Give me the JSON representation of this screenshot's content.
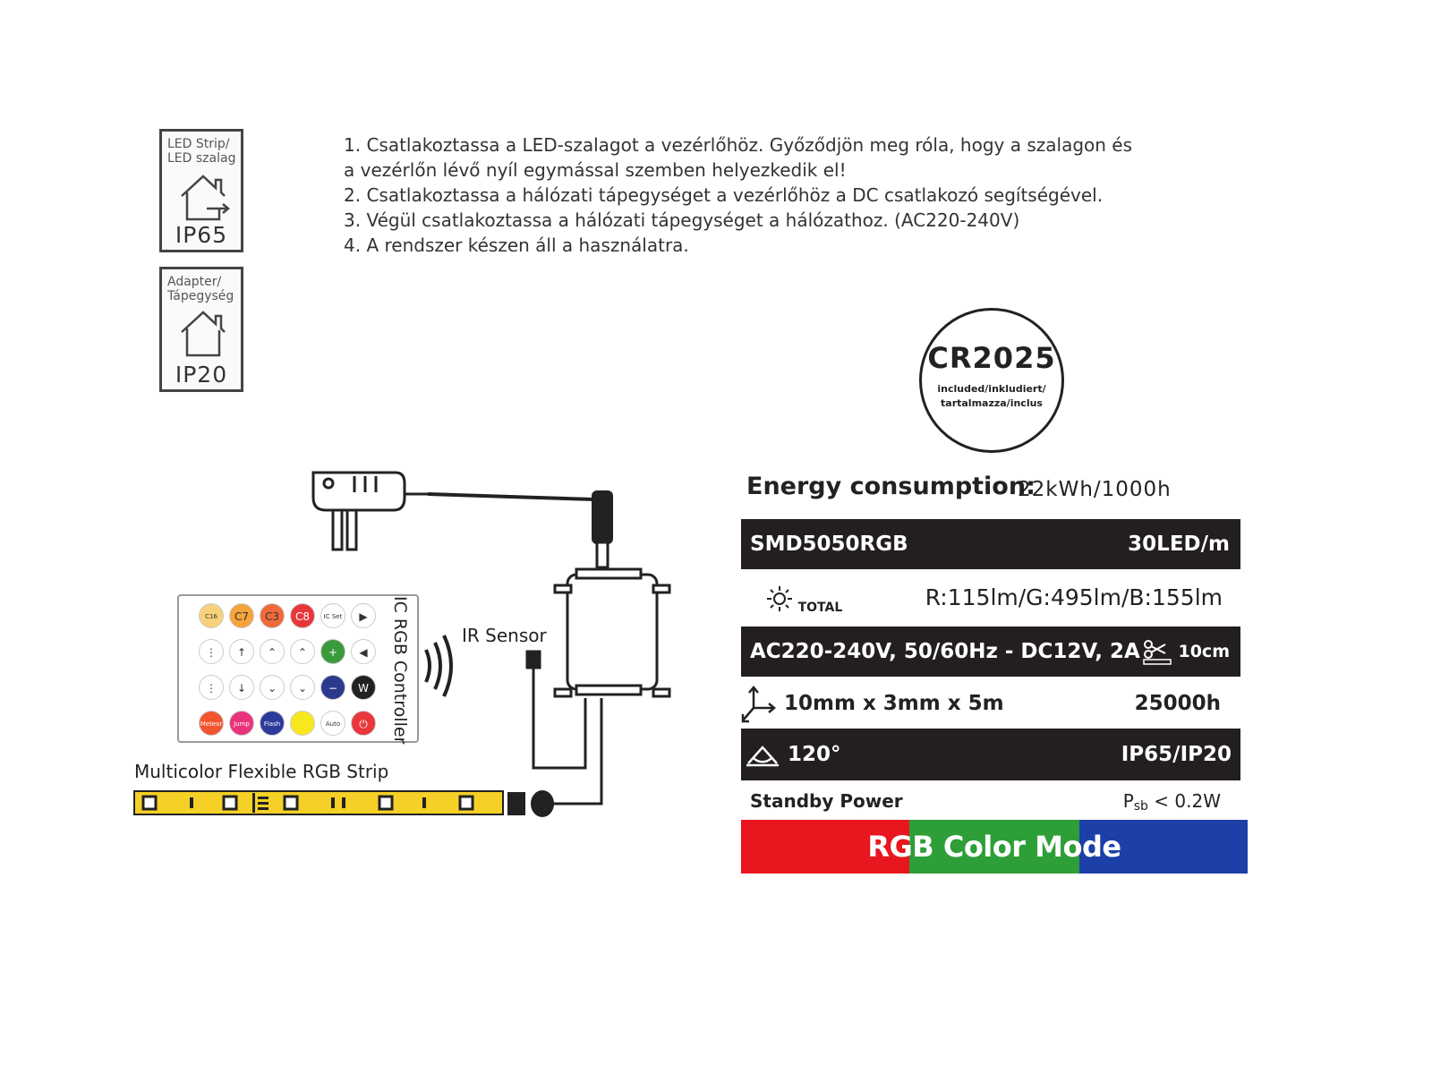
{
  "badges": [
    {
      "caption": "LED Strip/\nLED szalag",
      "code": "IP65"
    },
    {
      "caption": "Adapter/\nTápegység",
      "code": "IP20"
    }
  ],
  "instructions": [
    "1. Csatlakoztassa a LED-szalagot a vezérlőhöz. Győződjön meg róla, hogy a szalagon és",
    "a vezérlőn lévő nyíl egymással szemben helyezkedik el!",
    "2. Csatlakoztassa a hálózati tápegységet a vezérlőhöz a DC csatlakozó segítségével.",
    "3. Végül csatlakoztassa a hálózati tápegységet a hálózathoz. (AC220-240V)",
    "4. A rendszer készen áll a használatra."
  ],
  "battery": {
    "model": "CR2025",
    "note_line1": "included/inkludiert/",
    "note_line2": "tartalmazza/inclus"
  },
  "specs": {
    "energy_label": "Energy consumption:",
    "energy_value": "22kWh/1000h",
    "led_type": "SMD5050RGB",
    "led_density": "30LED/m",
    "lumen_label": "TOTAL",
    "lumen_value": "R:115lm/G:495lm/B:155lm",
    "power_supply": "AC220-240V, 50/60Hz - DC12V, 2A",
    "cut_length": "10cm",
    "dimensions": "10mm x 3mm x 5m",
    "lifetime": "25000h",
    "beam_angle": "120°",
    "ip_rating": "IP65/IP20",
    "standby_label": "Standby Power",
    "standby_prefix": "P",
    "standby_sub": "sb",
    "standby_value": " < 0.2W"
  },
  "rgb_mode": {
    "title": "RGB Color Mode",
    "colors": [
      "#e8161f",
      "#2e9e38",
      "#1c3fa8"
    ]
  },
  "diagram": {
    "ir_sensor": "IR Sensor",
    "controller": "IC RGB Controller",
    "strip": "Multicolor Flexible RGB Strip"
  },
  "remote": {
    "rows": [
      [
        "C16",
        "C7",
        "C3",
        "C8",
        "IC Set",
        "▶"
      ],
      [
        "⋮",
        "↑",
        "⌃",
        "⌃",
        "+",
        "◀"
      ],
      [
        "⋮",
        "↓",
        "⌄",
        "⌄",
        "−",
        "W"
      ],
      [
        "Meteor",
        "Jump",
        "Flash",
        "",
        "Auto",
        "⏻"
      ]
    ],
    "colors": [
      [
        "#f7d27a",
        "#f5a33a",
        "#f06a3a",
        "#e8363b",
        "#ffffff",
        "#ffffff"
      ],
      [
        "#ffffff",
        "#ffffff",
        "#ffffff",
        "#ffffff",
        "#3a9a3a",
        "#ffffff"
      ],
      [
        "#ffffff",
        "#ffffff",
        "#ffffff",
        "#ffffff",
        "#2b3a8c",
        "#222222"
      ],
      [
        "#f2552f",
        "#e8337a",
        "#2c3a9a",
        "#f8e71c",
        "#ffffff",
        "#e8363b"
      ]
    ]
  }
}
